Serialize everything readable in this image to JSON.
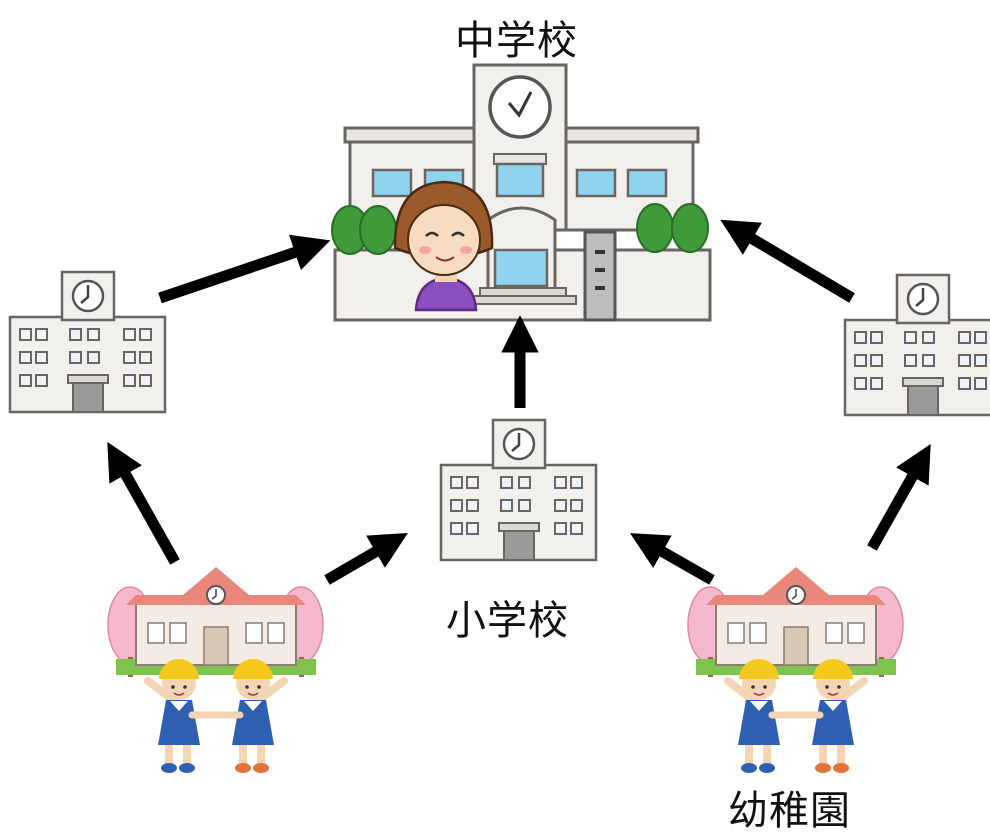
{
  "diagram": {
    "labels": {
      "middle_school": "中学校",
      "elementary_school": "小学校",
      "kindergarten": "幼稚園"
    },
    "nodes": [
      {
        "id": "middle-school",
        "icon": "middle-school-building-with-teacher-icon"
      },
      {
        "id": "elementary-left",
        "icon": "elementary-school-building-icon"
      },
      {
        "id": "elementary-center",
        "icon": "elementary-school-building-icon"
      },
      {
        "id": "elementary-right",
        "icon": "elementary-school-building-icon"
      },
      {
        "id": "kindergarten-left",
        "icon": "kindergarten-with-children-icon"
      },
      {
        "id": "kindergarten-right",
        "icon": "kindergarten-with-children-icon"
      }
    ],
    "edges": [
      {
        "from": "kindergarten-left",
        "to": "elementary-left"
      },
      {
        "from": "kindergarten-left",
        "to": "elementary-center"
      },
      {
        "from": "kindergarten-right",
        "to": "elementary-center"
      },
      {
        "from": "kindergarten-right",
        "to": "elementary-right"
      },
      {
        "from": "elementary-left",
        "to": "middle-school"
      },
      {
        "from": "elementary-center",
        "to": "middle-school"
      },
      {
        "from": "elementary-right",
        "to": "middle-school"
      }
    ],
    "colors": {
      "arrow": "#000000",
      "building_wall": "#f2f0ec",
      "building_outline": "#6a6560",
      "window_blue": "#8fd3ef",
      "kindergarten_roof": "#e8877a",
      "cherry_blossom": "#f5b8cf",
      "uniform_blue": "#2f5fb0",
      "hat_yellow": "#f6c81e",
      "teacher_shirt": "#8b4fc2",
      "hedge_green": "#3f9b3a"
    }
  }
}
